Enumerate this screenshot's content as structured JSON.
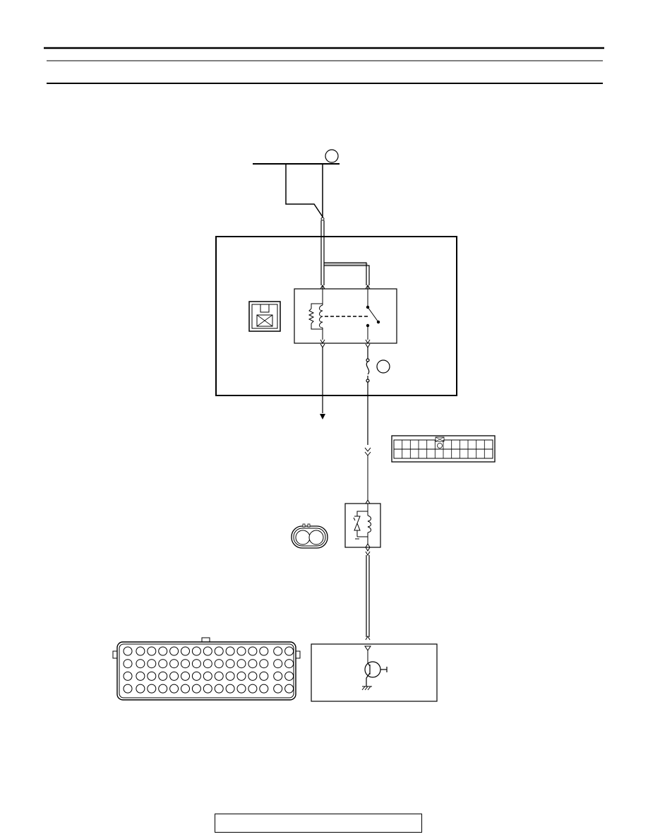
{
  "footer": {
    "text": ""
  },
  "connectors": {
    "relay_connector_icon": "relay-connector-icon",
    "harness_connector_icon": "harness-connector-12pin-icon",
    "solenoid_connector_icon": "two-pin-connector-icon",
    "ecm_connector_icon": "ecm-connector-icon"
  },
  "ecm_connector": {
    "rows": 4,
    "pins_per_row": 15
  },
  "harness_connector": {
    "rows": 2,
    "pins_per_row": 12
  }
}
